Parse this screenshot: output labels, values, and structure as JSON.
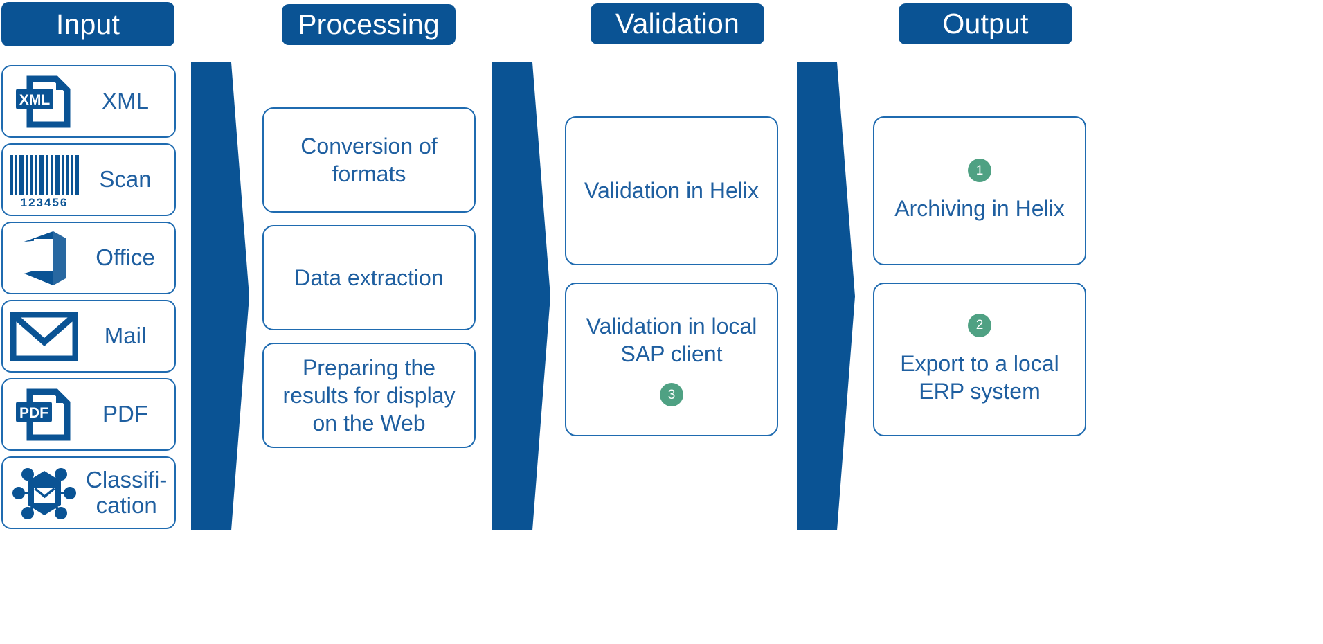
{
  "theme": {
    "brand_blue": "#0a5394",
    "outline_blue": "#1f6bb0",
    "text_blue": "#1f5fa0",
    "badge_green": "#4fa183",
    "background": "#ffffff"
  },
  "columns": [
    {
      "id": "input",
      "header": "Input",
      "items": [
        {
          "label": "XML",
          "icon": "xml-file-icon"
        },
        {
          "label": "Scan",
          "icon": "barcode-icon",
          "icon_caption": "123456"
        },
        {
          "label": "Office",
          "icon": "office-logo-icon"
        },
        {
          "label": "Mail",
          "icon": "envelope-icon"
        },
        {
          "label": "PDF",
          "icon": "pdf-file-icon"
        },
        {
          "label": "Classifi-\ncation",
          "icon": "classification-network-icon"
        }
      ]
    },
    {
      "id": "processing",
      "header": "Processing",
      "items": [
        {
          "label": "Conversion of formats"
        },
        {
          "label": "Data extraction"
        },
        {
          "label": "Preparing the results for display on the Web"
        }
      ]
    },
    {
      "id": "validation",
      "header": "Validation",
      "items": [
        {
          "label": "Validation in Helix"
        },
        {
          "label": "Validation in local SAP client",
          "badge": "3",
          "badge_position": "below"
        }
      ]
    },
    {
      "id": "output",
      "header": "Output",
      "items": [
        {
          "label": "Archiving in Helix",
          "badge": "1",
          "badge_position": "above"
        },
        {
          "label": "Export to a local ERP system",
          "badge": "2",
          "badge_position": "above"
        }
      ]
    }
  ],
  "arrows": [
    {
      "id": "arrow-input-to-processing"
    },
    {
      "id": "arrow-processing-to-validation"
    },
    {
      "id": "arrow-validation-to-output"
    }
  ]
}
